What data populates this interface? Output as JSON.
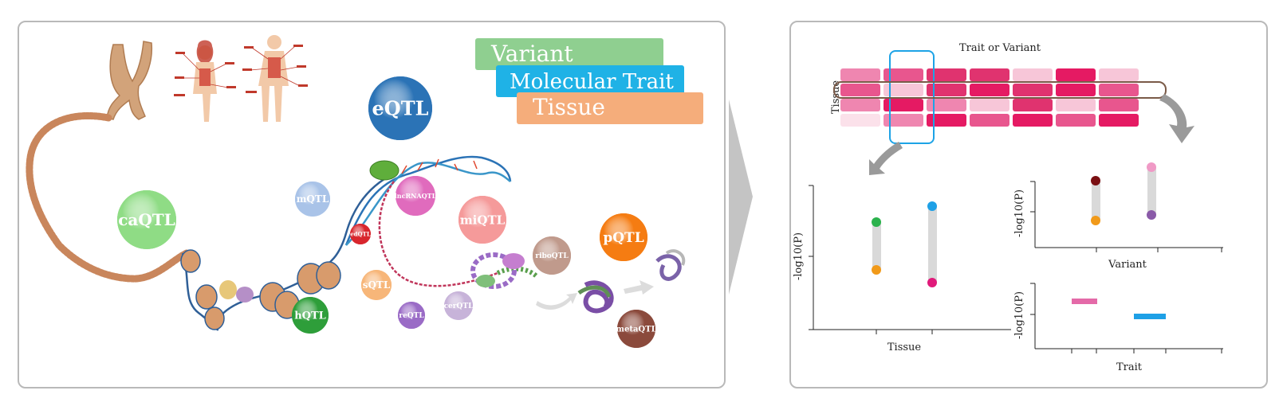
{
  "left_panel": {
    "legend": {
      "variant": "Variant",
      "molecular_trait": "Molecular Trait",
      "tissue": "Tissue"
    },
    "qtl_nodes": [
      {
        "label": "eQTL",
        "color": "#2b73b6"
      },
      {
        "label": "caQTL",
        "color": "#8fdc85"
      },
      {
        "label": "mQTL",
        "color": "#a9c3e8"
      },
      {
        "label": "lncRNAQTL",
        "color": "#e06bbd"
      },
      {
        "label": "miQTL",
        "color": "#f59a9a"
      },
      {
        "label": "edQTL",
        "color": "#d8262d"
      },
      {
        "label": "sQTL",
        "color": "#f7b679"
      },
      {
        "label": "hQTL",
        "color": "#2e9e3a"
      },
      {
        "label": "reQTL",
        "color": "#9a6bc6"
      },
      {
        "label": "cerQTL",
        "color": "#c7b3d9"
      },
      {
        "label": "riboQTL",
        "color": "#c09a8c"
      },
      {
        "label": "pQTL",
        "color": "#f57c12"
      },
      {
        "label": "metaQTL",
        "color": "#8b4a3c"
      }
    ]
  },
  "right_panel": {
    "heatmap_title": "Trait or Variant",
    "heatmap_ylabel": "Tissue",
    "plot_tissue": {
      "ylabel": "-log10(P)",
      "xlabel": "Tissue"
    },
    "plot_variant": {
      "ylabel": "-log10(P)",
      "xlabel": "Variant"
    },
    "plot_trait": {
      "ylabel": "-log10(P)",
      "xlabel": "Trait"
    }
  }
}
